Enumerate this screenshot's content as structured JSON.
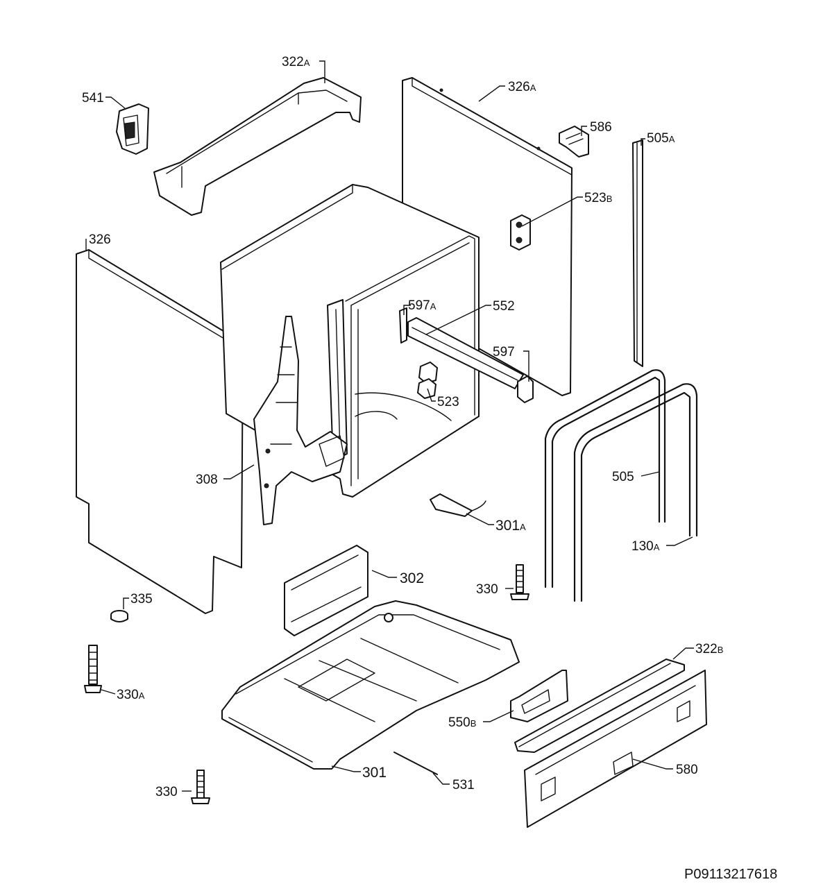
{
  "diagram": {
    "reference": "P09113217618",
    "callouts": {
      "c541": {
        "num": "541",
        "suffix": ""
      },
      "c322a": {
        "num": "322",
        "suffix": "A"
      },
      "c326a": {
        "num": "326",
        "suffix": "A"
      },
      "c586": {
        "num": "586",
        "suffix": ""
      },
      "c505a": {
        "num": "505",
        "suffix": "A"
      },
      "c523b": {
        "num": "523",
        "suffix": "B"
      },
      "c326": {
        "num": "326",
        "suffix": ""
      },
      "c597a": {
        "num": "597",
        "suffix": "A"
      },
      "c552": {
        "num": "552",
        "suffix": ""
      },
      "c597": {
        "num": "597",
        "suffix": ""
      },
      "c523": {
        "num": "523",
        "suffix": ""
      },
      "c308": {
        "num": "308",
        "suffix": ""
      },
      "c505": {
        "num": "505",
        "suffix": ""
      },
      "c301a": {
        "num": "301",
        "suffix": "A"
      },
      "c130a": {
        "num": "130",
        "suffix": "A"
      },
      "c302": {
        "num": "302",
        "suffix": ""
      },
      "c330top": {
        "num": "330",
        "suffix": ""
      },
      "c335": {
        "num": "335",
        "suffix": ""
      },
      "c330a": {
        "num": "330",
        "suffix": "A"
      },
      "c322b": {
        "num": "322",
        "suffix": "B"
      },
      "c550b": {
        "num": "550",
        "suffix": "B"
      },
      "c580": {
        "num": "580",
        "suffix": ""
      },
      "c301": {
        "num": "301",
        "suffix": ""
      },
      "c531": {
        "num": "531",
        "suffix": ""
      },
      "c330bot": {
        "num": "330",
        "suffix": ""
      }
    }
  }
}
